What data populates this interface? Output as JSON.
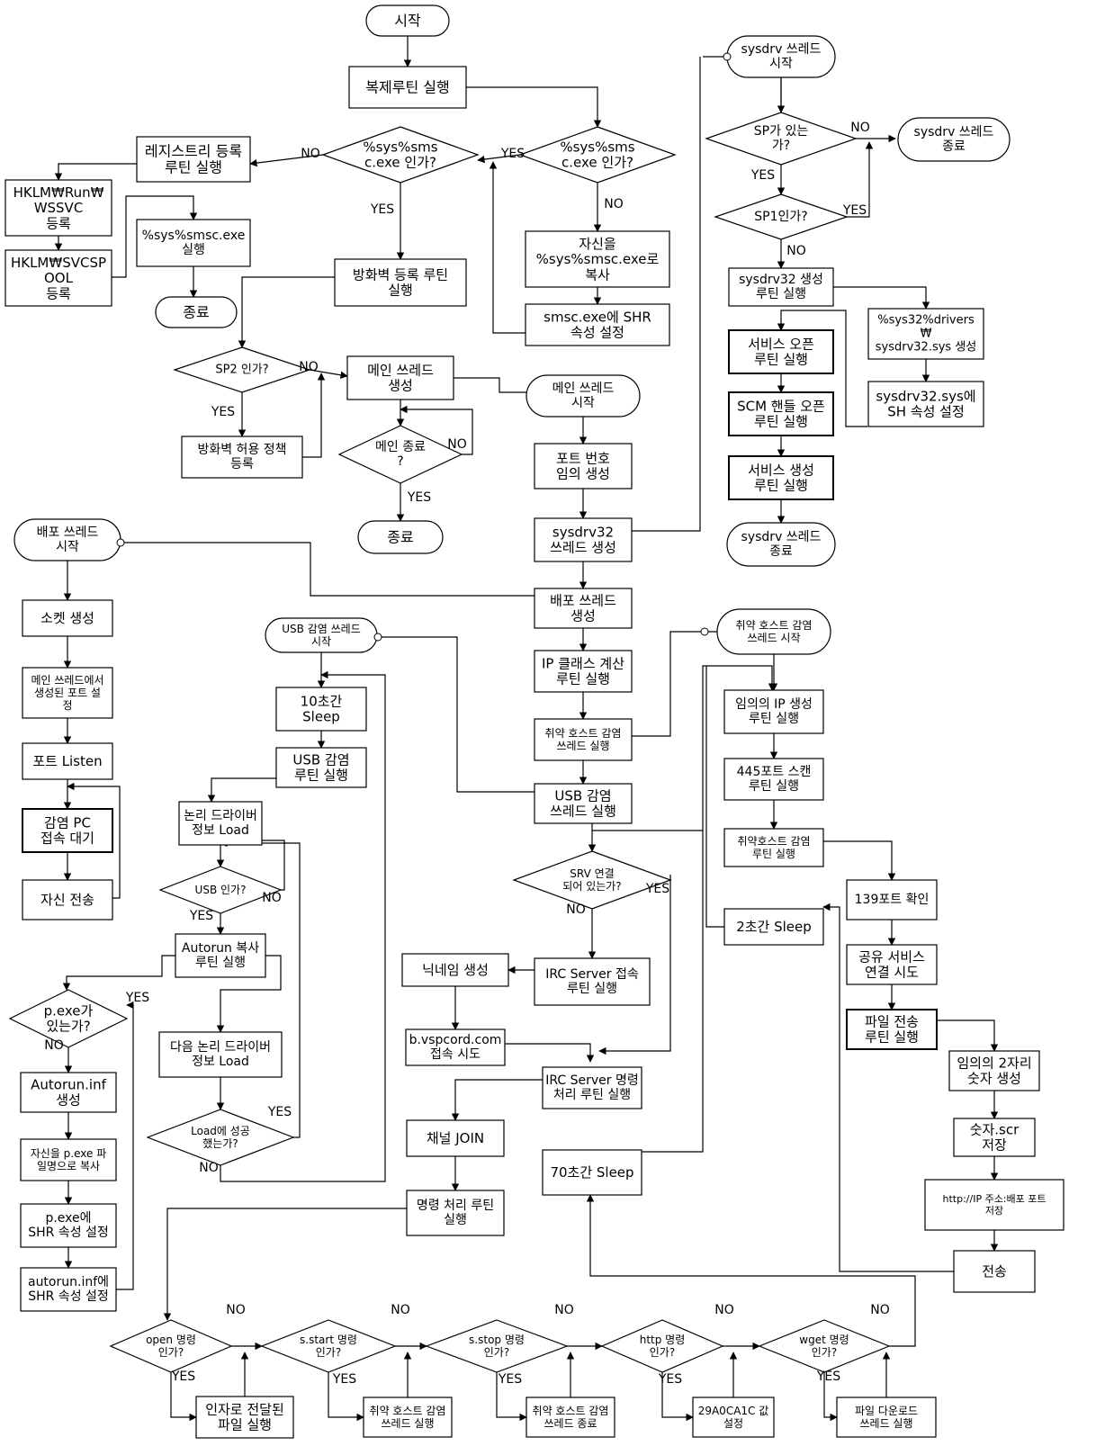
{
  "diagram": {
    "nodes": {
      "start": [
        "시작"
      ],
      "clone": [
        "복제루틴 실행"
      ],
      "dec_smsc_r": [
        "%sys%sms",
        "c.exe 인가?"
      ],
      "dec_smsc_l": [
        "%sys%sms",
        "c.exe 인가?"
      ],
      "reg_routine": [
        "레지스트리 등록",
        "루틴 실행"
      ],
      "hklm_run": [
        "HKLM₩Run₩",
        "WSSVC",
        "등록"
      ],
      "hklm_svc": [
        "HKLM₩SVCSP",
        "OOL",
        "등록"
      ],
      "run_smsc": [
        "%sys%smsc.exe",
        "실행"
      ],
      "end1": [
        "종료"
      ],
      "copy_self": [
        "자신을",
        "%sys%smsc.exe로",
        "복사"
      ],
      "shr_smsc": [
        "smsc.exe에 SHR",
        "속성 설정"
      ],
      "fw_reg": [
        "방화벽 등록 루틴",
        "실행"
      ],
      "dec_sp2": [
        "SP2 인가?"
      ],
      "fw_policy": [
        "방화벽 허용 정책",
        "등록"
      ],
      "main_create": [
        "메인 쓰레드",
        "생성"
      ],
      "dec_main_end": [
        "메인 종료",
        "?"
      ],
      "end2": [
        "종료"
      ],
      "main_start": [
        "메인 쓰레드",
        "시작"
      ],
      "port_rand": [
        "포트 번호",
        "임의 생성"
      ],
      "sysdrv_create": [
        "sysdrv32",
        "쓰레드 생성"
      ],
      "deploy_create": [
        "배포 쓰레드",
        "생성"
      ],
      "ip_class": [
        "IP 클래스 계산",
        "루틴 실행"
      ],
      "vuln_thread_run": [
        "취약 호스트 감염",
        "쓰레드 실행"
      ],
      "usb_thread_run": [
        "USB 감염",
        "쓰레드 실행"
      ],
      "dec_srv": [
        "SRV 연결",
        "되어 있는가?"
      ],
      "irc_connect": [
        "IRC Server 접속",
        "루틴 실행"
      ],
      "nick": [
        "닉네임 생성"
      ],
      "vspcord": [
        "b.vspcord.com",
        "접속 시도"
      ],
      "irc_cmd": [
        "IRC Server 명령",
        "처리 루틴 실행"
      ],
      "channel_join": [
        "채널 JOIN"
      ],
      "cmd_routine": [
        "명령 처리 루틴",
        "실행"
      ],
      "sleep70": [
        "70초간 Sleep"
      ],
      "sysdrv_start": [
        "sysdrv 쓰레드",
        "시작"
      ],
      "dec_sp": [
        "SP가 있는",
        "가?"
      ],
      "sysdrv_end1": [
        "sysdrv 쓰레드",
        "종료"
      ],
      "dec_sp1": [
        "SP1인가?"
      ],
      "sysdrv32_routine": [
        "sysdrv32 생성",
        "루틴 실행"
      ],
      "drivers_create": [
        "%sys32%drivers",
        "₩",
        "sysdrv32.sys 생성"
      ],
      "sh_attr": [
        "sysdrv32.sys에",
        "SH 속성 설정"
      ],
      "svc_open": [
        "서비스 오픈",
        "루틴 실행"
      ],
      "scm_open": [
        "SCM 핸들 오픈",
        "루틴 실행"
      ],
      "svc_create": [
        "서비스 생성",
        "루틴 실행"
      ],
      "sysdrv_end2": [
        "sysdrv 쓰레드",
        "종료"
      ],
      "deploy_start": [
        "배포 쓰레드",
        "시작"
      ],
      "socket": [
        "소켓 생성"
      ],
      "port_set": [
        "메인 쓰레드에서",
        "생성된 포트 설",
        "정"
      ],
      "listen": [
        "포트 Listen"
      ],
      "wait_pc": [
        "감염 PC",
        "접속 대기"
      ],
      "send_self": [
        "자신 전송"
      ],
      "usb_start": [
        "USB 감염 쓰레드",
        "시작"
      ],
      "sleep10": [
        "10초간",
        "Sleep"
      ],
      "usb_routine": [
        "USB 감염",
        "루틴 실행"
      ],
      "logical_load": [
        "논리 드라이버",
        "정보 Load"
      ],
      "dec_usb": [
        "USB 인가?"
      ],
      "autorun_copy": [
        "Autorun 복사",
        "루틴 실행"
      ],
      "next_load": [
        "다음 논리 드라이버",
        "정보 Load"
      ],
      "dec_load": [
        "Load에 성공",
        "했는가?"
      ],
      "dec_pexe": [
        "p.exe가",
        "있는가?"
      ],
      "autorun_inf": [
        "Autorun.inf",
        "생성"
      ],
      "copy_pexe": [
        "자신을 p.exe 파",
        "일명으로 복사"
      ],
      "shr_pexe": [
        "p.exe에",
        "SHR 속성 설정"
      ],
      "shr_inf": [
        "autorun.inf에",
        "SHR 속성 설정"
      ],
      "vuln_start": [
        "취약 호스트 감염",
        "쓰레드 시작"
      ],
      "rand_ip": [
        "임의의 IP 생성",
        "루틴 실행"
      ],
      "scan445": [
        "445포트 스캔",
        "루틴 실행"
      ],
      "vuln_routine": [
        "취약호스트 감염",
        "루틴 실행"
      ],
      "sleep2h": [
        "2초간 Sleep"
      ],
      "check139": [
        "139포트 확인"
      ],
      "share_conn": [
        "공유 서비스",
        "연결 시도"
      ],
      "file_send": [
        "파일 전송",
        "루틴 실행"
      ],
      "rand2": [
        "임의의 2자리",
        "숫자 생성"
      ],
      "scr_save": [
        "숫자.scr",
        "저장"
      ],
      "http_path": [
        "http://IP 주소:배포 포트",
        "저장"
      ],
      "send": [
        "전송"
      ],
      "dec_open": [
        "open 명령",
        "인가?"
      ],
      "dec_sstart": [
        "s.start 명령",
        "인가?"
      ],
      "dec_sstop": [
        "s.stop 명령",
        "인가?"
      ],
      "dec_http": [
        "http 명령",
        "인가?"
      ],
      "dec_wget": [
        "wget 명령",
        "인가?"
      ],
      "file_exec": [
        "인자로 전달된",
        "파일 실행"
      ],
      "vuln_run2": [
        "취약 호스트 감염",
        "쓰레드 실행"
      ],
      "vuln_stop": [
        "취약 호스트 감염",
        "쓰레드 종료"
      ],
      "set_val": [
        "29A0CA1C 값",
        "설정"
      ],
      "file_dl": [
        "파일 다운로드",
        "쓰레드 실행"
      ]
    },
    "labels": {
      "yes": "YES",
      "no": "NO"
    }
  }
}
